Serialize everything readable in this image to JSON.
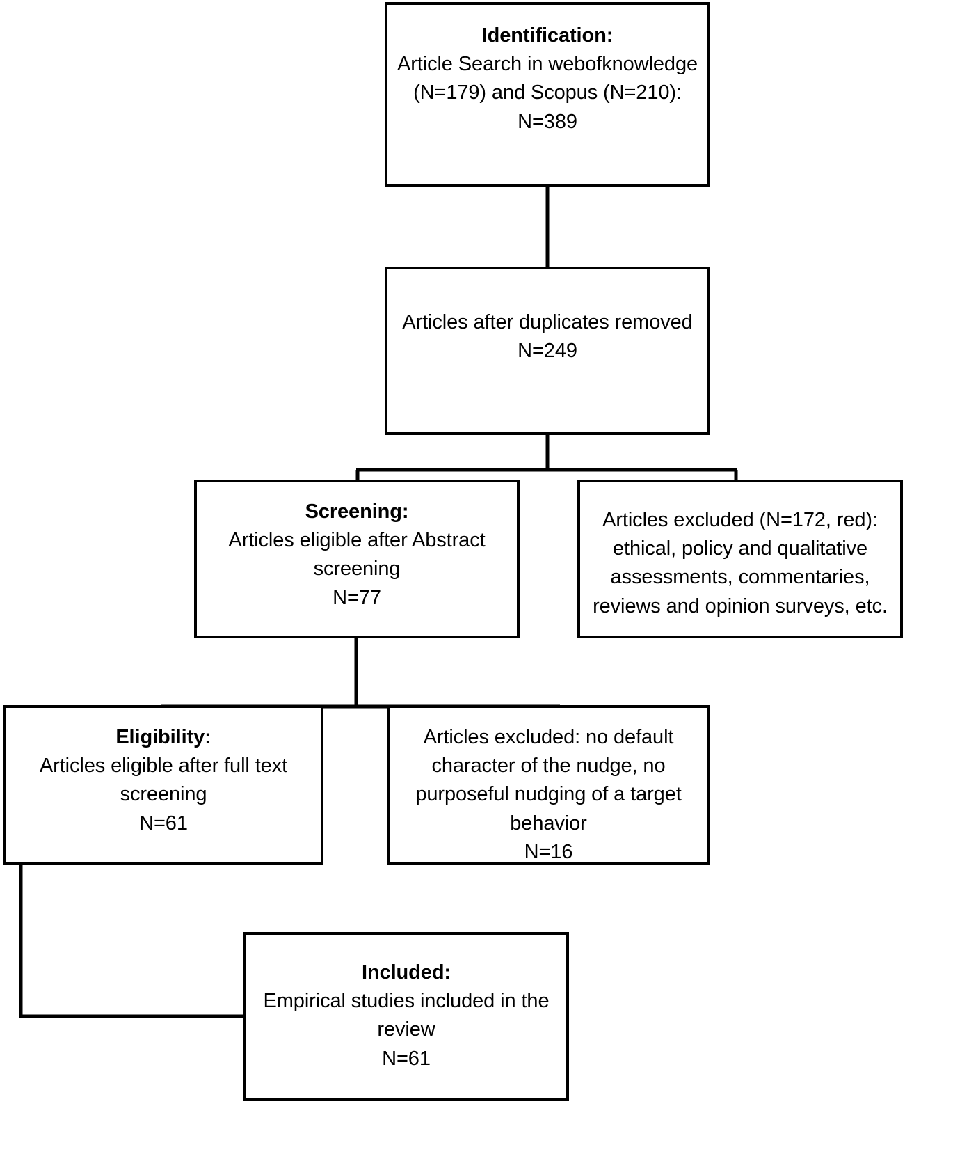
{
  "diagram": {
    "type": "prisma-flow-diagram",
    "title": "PRISMA study selection flow",
    "stroke_color": "#000000",
    "fill_color": "#ffffff",
    "nodes": [
      {
        "id": "identification",
        "title": "Identification:",
        "body": "Article Search in webofknowledge (N=179) and Scopus (N=210):",
        "count": "N=389"
      },
      {
        "id": "duplicates_removed",
        "title": "",
        "body": "Articles after duplicates removed",
        "count": "N=249"
      },
      {
        "id": "screening",
        "title": "Screening:",
        "body": "Articles eligible after Abstract screening",
        "count": "N=77"
      },
      {
        "id": "excluded_abstract",
        "title": "",
        "body": "Articles excluded (N=172, red): ethical, policy and qualitative assessments, commentaries, reviews and opinion surveys, etc.",
        "count": ""
      },
      {
        "id": "eligibility",
        "title": "Eligibility:",
        "body": "Articles eligible after full text screening",
        "count": "N=61"
      },
      {
        "id": "excluded_fulltext",
        "title": "",
        "body": "Articles excluded: no default character of the nudge, no purposeful nudging of a target behavior",
        "count": "N=16"
      },
      {
        "id": "included",
        "title": "Included:",
        "body": "Empirical studies included in the review",
        "count": "N=61"
      }
    ],
    "edges": [
      {
        "from": "identification",
        "to": "duplicates_removed",
        "style": "straight-down"
      },
      {
        "from": "duplicates_removed",
        "to": "screening",
        "style": "split-left"
      },
      {
        "from": "duplicates_removed",
        "to": "excluded_abstract",
        "style": "split-right"
      },
      {
        "from": "screening",
        "to": "eligibility",
        "style": "split-left"
      },
      {
        "from": "screening",
        "to": "excluded_fulltext",
        "style": "split-right"
      },
      {
        "from": "eligibility",
        "to": "included",
        "style": "elbow-down-right"
      }
    ]
  }
}
